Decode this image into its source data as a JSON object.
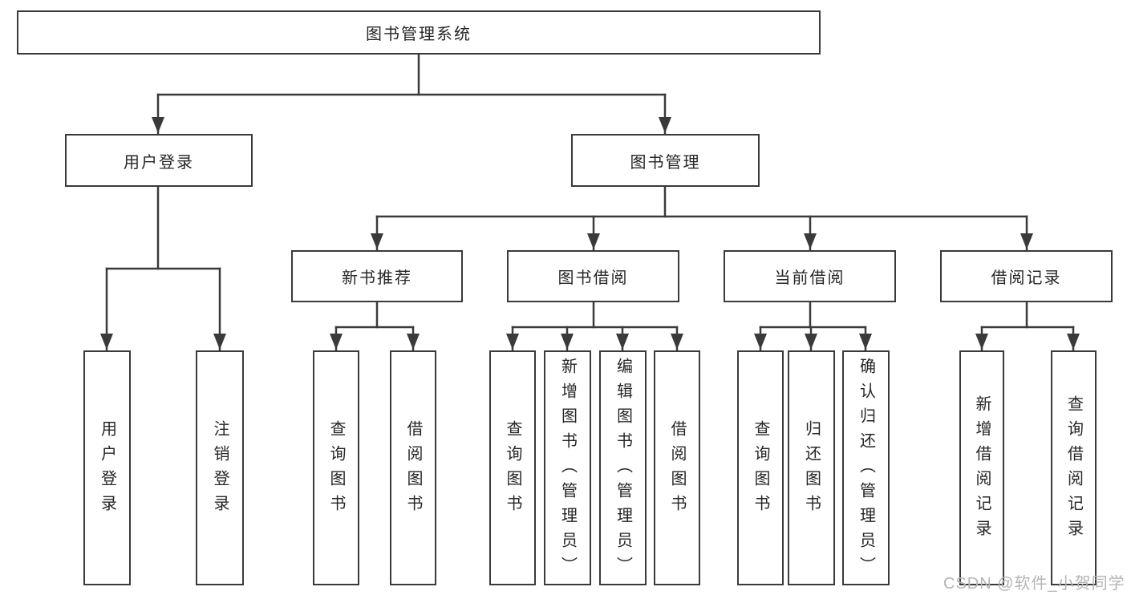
{
  "tree": {
    "root": {
      "label": "图书管理系统"
    },
    "branches": [
      {
        "label": "用户登录",
        "children": [
          {
            "label": "用户登录"
          },
          {
            "label": "注销登录"
          }
        ]
      },
      {
        "label": "图书管理",
        "children": [
          {
            "label": "新书推荐",
            "children": [
              {
                "label": "查询图书"
              },
              {
                "label": "借阅图书"
              }
            ]
          },
          {
            "label": "图书借阅",
            "children": [
              {
                "label": "查询图书"
              },
              {
                "label": "新增图书（管理员）"
              },
              {
                "label": "编辑图书（管理员）"
              },
              {
                "label": "借阅图书"
              }
            ]
          },
          {
            "label": "当前借阅",
            "children": [
              {
                "label": "查询图书"
              },
              {
                "label": "归还图书"
              },
              {
                "label": "确认归还（管理员）"
              }
            ]
          },
          {
            "label": "借阅记录",
            "children": [
              {
                "label": "新增借阅记录"
              },
              {
                "label": "查询借阅记录"
              }
            ]
          }
        ]
      }
    ]
  },
  "watermark": {
    "text": "CSDN @软件_小贺同学",
    "color": "#b5b5b5"
  },
  "colors": {
    "line": "#3a3a3a",
    "text": "#262626",
    "background": "#ffffff"
  }
}
